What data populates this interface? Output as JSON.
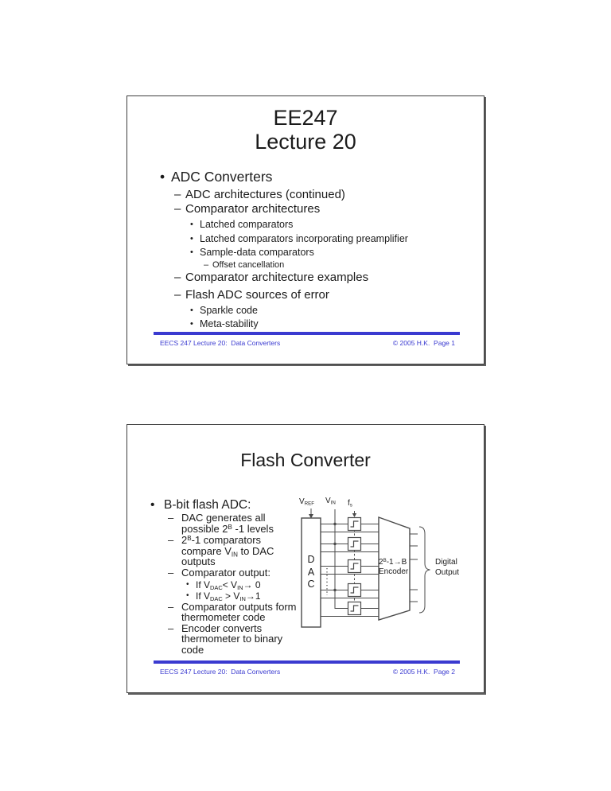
{
  "colors": {
    "accent": "#3a3ad0"
  },
  "slide1": {
    "title1": "EE247",
    "title2": "Lecture 20",
    "markers": {
      "dot": "•",
      "dash": "–"
    },
    "items": [
      {
        "text": "ADC Converters"
      },
      {
        "text": "ADC architectures (continued)"
      },
      {
        "text": "Comparator architectures"
      },
      {
        "text": "Latched comparators"
      },
      {
        "text": "Latched comparators incorporating preamplifier"
      },
      {
        "text": "Sample-data comparators"
      },
      {
        "text": "Offset cancellation"
      },
      {
        "text": "Comparator architecture examples"
      },
      {
        "text": "Flash ADC sources of error"
      },
      {
        "text": "Sparkle code"
      },
      {
        "text": "Meta-stability"
      }
    ],
    "footer": {
      "left": "EECS 247 Lecture 20:  Data Converters",
      "right": "© 2005 H.K.  Page 1"
    }
  },
  "slide2": {
    "title": "Flash Converter",
    "lead": "B-bit flash ADC:",
    "markers": {
      "dot": "•",
      "dash": "–"
    },
    "items": [
      [
        [
          "t",
          "DAC generates all"
        ],
        [
          "br",
          ""
        ],
        [
          "t",
          "possible 2"
        ],
        [
          "sup",
          "B"
        ],
        [
          "t",
          " -1 levels"
        ]
      ],
      [
        [
          "t",
          "2"
        ],
        [
          "sup",
          "B"
        ],
        [
          "t",
          "-1 comparators"
        ],
        [
          "br",
          ""
        ],
        [
          "t",
          "compare V"
        ],
        [
          "sub",
          "IN"
        ],
        [
          "t",
          " to DAC"
        ],
        [
          "br",
          ""
        ],
        [
          "t",
          "outputs"
        ]
      ],
      [
        [
          "t",
          "Comparator output:"
        ]
      ],
      [
        [
          "t",
          "If V"
        ],
        [
          "sub",
          "DAC"
        ],
        [
          "t",
          "< V"
        ],
        [
          "sub",
          "IN"
        ],
        [
          "t",
          "→ 0"
        ]
      ],
      [
        [
          "t",
          "If V"
        ],
        [
          "sub",
          "DAC"
        ],
        [
          "t",
          " > V"
        ],
        [
          "sub",
          "IN"
        ],
        [
          "t",
          "→1"
        ]
      ],
      [
        [
          "t",
          "Comparator outputs form"
        ],
        [
          "br",
          ""
        ],
        [
          "t",
          "thermometer code"
        ]
      ],
      [
        [
          "t",
          "Encoder converts"
        ],
        [
          "br",
          ""
        ],
        [
          "t",
          "thermometer to binary"
        ],
        [
          "br",
          ""
        ],
        [
          "t",
          "code"
        ]
      ]
    ],
    "diagram": {
      "vref": [
        [
          "t",
          "V"
        ],
        [
          "sub",
          "REF"
        ]
      ],
      "vin": [
        [
          "t",
          "V"
        ],
        [
          "sub",
          "IN"
        ]
      ],
      "fs": [
        [
          "t",
          "f"
        ],
        [
          "sub",
          "s"
        ]
      ],
      "dac": "D\nA\nC",
      "encoder_line1": [
        [
          "t",
          "2"
        ],
        [
          "sup",
          "B"
        ],
        [
          "t",
          "-1→B"
        ]
      ],
      "encoder_line2": "Encoder",
      "digital_output": "Digital\nOutput"
    },
    "footer": {
      "left": "EECS 247 Lecture 20:  Data Converters",
      "right": "© 2005 H.K.  Page 2"
    }
  }
}
